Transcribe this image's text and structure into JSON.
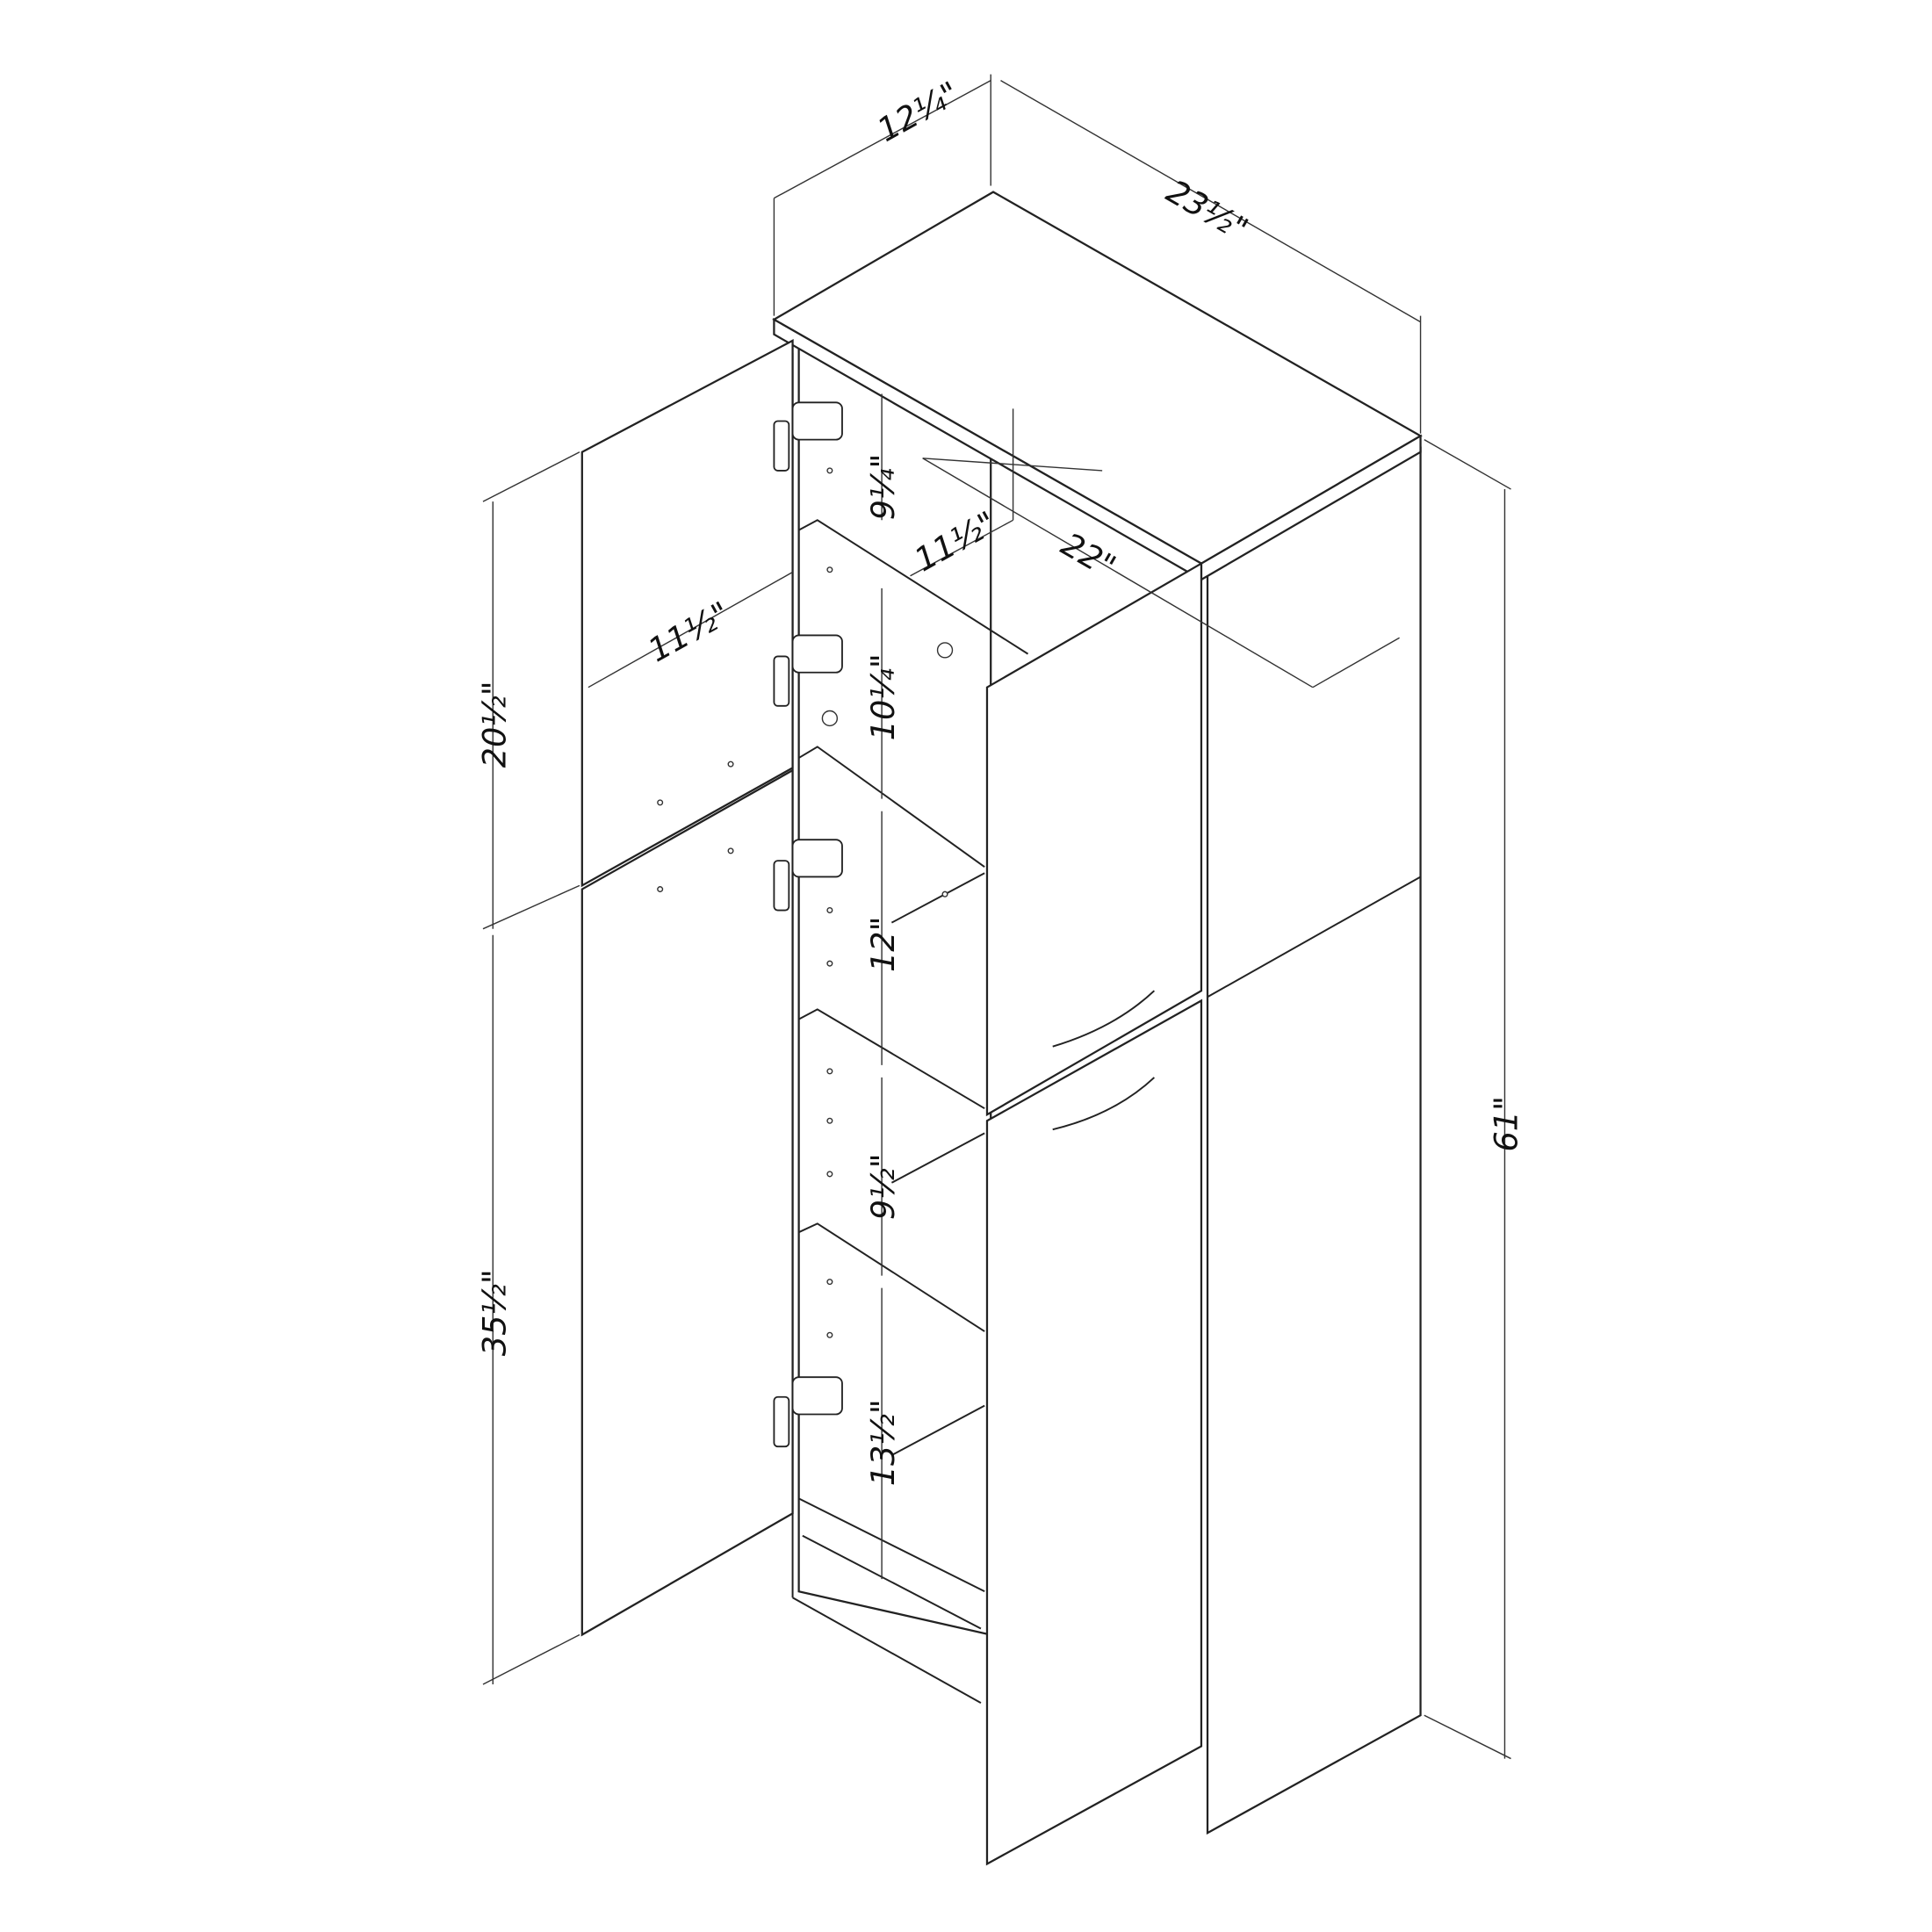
{
  "title": "Storage cabinet dimension drawing",
  "dimensions": {
    "top_depth": "12¼\"",
    "overall_width": "23½\"",
    "shelf_1_height": "9¼\"",
    "inner_depth_top": "11½\"",
    "inner_width": "22\"",
    "door_width": "11½\"",
    "shelf_2_height": "10¼\"",
    "upper_door_height": "20½\"",
    "shelf_3_height": "12\"",
    "shelf_4_height": "9½\"",
    "lower_door_height": "35½\"",
    "shelf_5_height": "13½\"",
    "overall_height": "61\""
  }
}
